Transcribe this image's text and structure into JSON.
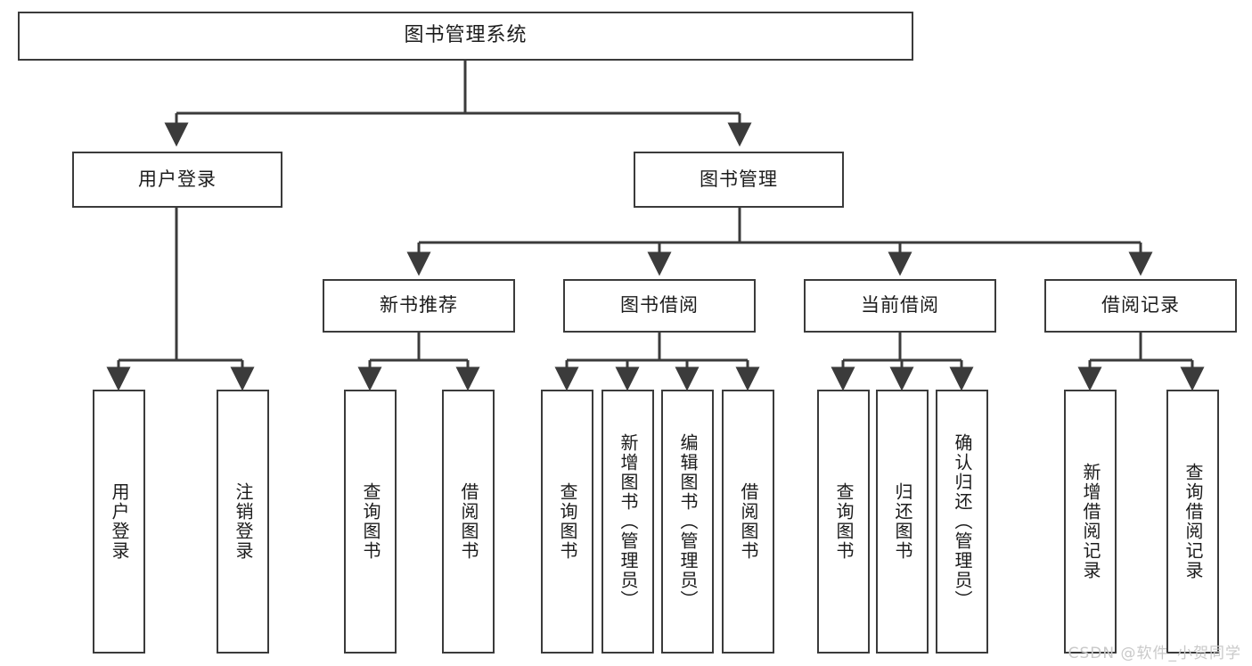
{
  "diagram": {
    "title": "图书管理系统",
    "watermark": "CSDN @软件_小贺同学",
    "line_color": "#3b3b3b",
    "box_fill": "#ffffff",
    "text_color": "#1c1c1c",
    "watermark_color": "#c9c9c9"
  },
  "nodes": {
    "root": {
      "label": "图书管理系统"
    },
    "level1": [
      {
        "label": "用户登录"
      },
      {
        "label": "图书管理"
      }
    ],
    "level2": [
      {
        "label": "新书推荐"
      },
      {
        "label": "图书借阅"
      },
      {
        "label": "当前借阅"
      },
      {
        "label": "借阅记录"
      }
    ],
    "leaves": {
      "user_login": [
        {
          "label": "用户登录"
        },
        {
          "label": "注销登录"
        }
      ],
      "new_book_recommend": [
        {
          "label": "查询图书"
        },
        {
          "label": "借阅图书"
        }
      ],
      "book_borrow": [
        {
          "label": "查询图书"
        },
        {
          "label": "新增图书（管理员）"
        },
        {
          "label": "编辑图书（管理员）"
        },
        {
          "label": "借阅图书"
        }
      ],
      "current_borrow": [
        {
          "label": "查询图书"
        },
        {
          "label": "归还图书"
        },
        {
          "label": "确认归还（管理员）"
        }
      ],
      "borrow_record": [
        {
          "label": "新增借阅记录"
        },
        {
          "label": "查询借阅记录"
        }
      ]
    }
  },
  "chart_data": {
    "type": "tree-diagram",
    "title": "图书管理系统",
    "orientation": "top-down",
    "levels": 4,
    "tree": {
      "name": "图书管理系统",
      "children": [
        {
          "name": "用户登录",
          "children": [
            {
              "name": "用户登录"
            },
            {
              "name": "注销登录"
            }
          ]
        },
        {
          "name": "图书管理",
          "children": [
            {
              "name": "新书推荐",
              "children": [
                {
                  "name": "查询图书"
                },
                {
                  "name": "借阅图书"
                }
              ]
            },
            {
              "name": "图书借阅",
              "children": [
                {
                  "name": "查询图书"
                },
                {
                  "name": "新增图书（管理员）"
                },
                {
                  "name": "编辑图书（管理员）"
                },
                {
                  "name": "借阅图书"
                }
              ]
            },
            {
              "name": "当前借阅",
              "children": [
                {
                  "name": "查询图书"
                },
                {
                  "name": "归还图书"
                },
                {
                  "name": "确认归还（管理员）"
                }
              ]
            },
            {
              "name": "借阅记录",
              "children": [
                {
                  "name": "新增借阅记录"
                },
                {
                  "name": "查询借阅记录"
                }
              ]
            }
          ]
        }
      ]
    }
  }
}
